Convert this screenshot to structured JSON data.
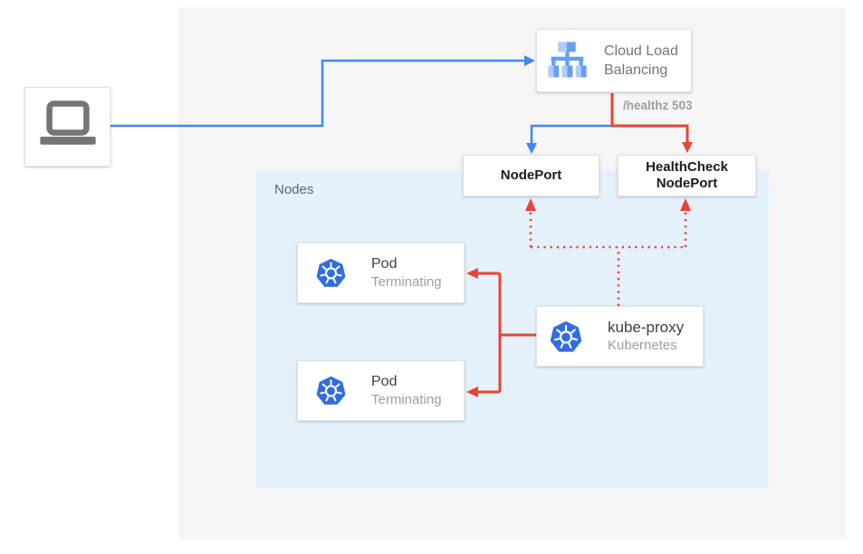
{
  "diagram": {
    "title_context": "External traffic to terminating pods via Cloud Load Balancing",
    "client": {
      "icon": "laptop-icon"
    },
    "cloud_load_balancing": {
      "line1": "Cloud Load",
      "line2": "Balancing",
      "icon": "cloud-load-balancing-icon"
    },
    "healthz_label": "/healthz 503",
    "nodeport": {
      "label": "NodePort"
    },
    "healthcheck_nodeport": {
      "line1": "HealthCheck",
      "line2": "NodePort"
    },
    "nodes_container": {
      "label": "Nodes"
    },
    "pods": [
      {
        "title": "Pod",
        "status": "Terminating",
        "icon": "kubernetes-icon"
      },
      {
        "title": "Pod",
        "status": "Terminating",
        "icon": "kubernetes-icon"
      }
    ],
    "kube_proxy": {
      "title": "kube-proxy",
      "subtitle": "Kubernetes",
      "icon": "kubernetes-icon"
    },
    "edges": [
      {
        "from": "client",
        "to": "cloud-load-balancing",
        "style": "solid",
        "color": "blue"
      },
      {
        "from": "cloud-load-balancing",
        "to": "nodeport",
        "style": "solid",
        "color": "blue"
      },
      {
        "from": "cloud-load-balancing",
        "to": "healthcheck-nodeport",
        "style": "solid",
        "color": "red",
        "label": "/healthz 503"
      },
      {
        "from": "kube-proxy",
        "to": "nodeport",
        "style": "dotted",
        "color": "red"
      },
      {
        "from": "kube-proxy",
        "to": "healthcheck-nodeport",
        "style": "dotted",
        "color": "red"
      },
      {
        "from": "kube-proxy",
        "to": "pod-1",
        "style": "solid",
        "color": "red"
      },
      {
        "from": "kube-proxy",
        "to": "pod-2",
        "style": "solid",
        "color": "red"
      }
    ]
  },
  "colors": {
    "blue": "#4285f4",
    "red": "#ea4335",
    "k8s_blue": "#326ce5",
    "panel_bg": "#f5f5f6",
    "nodes_bg": "#e4f1fb",
    "icon_gray": "#757575",
    "border": "#e2e2e2",
    "clb_light": "#aecbfa",
    "clb_mid": "#669df6"
  }
}
